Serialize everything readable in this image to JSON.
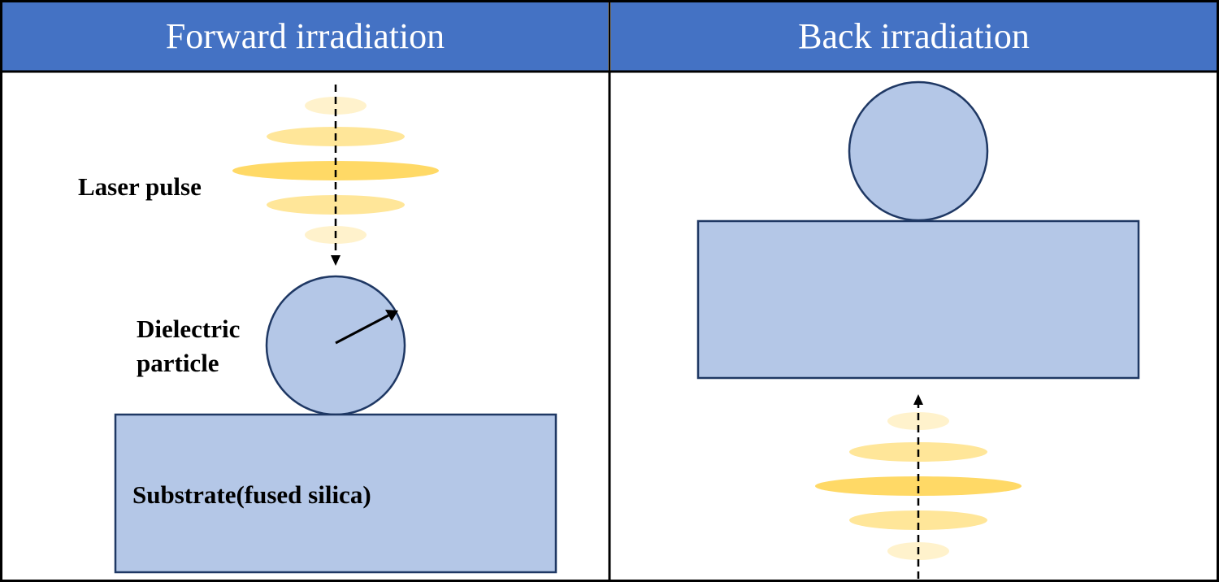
{
  "panels": {
    "forward": {
      "title": "Forward irradiation"
    },
    "back": {
      "title": "Back irradiation"
    }
  },
  "labels": {
    "laser_pulse": "Laser pulse",
    "dielectric_line1": "Dielectric",
    "dielectric_line2": "particle",
    "substrate": "Substrate(fused silica)"
  },
  "colors": {
    "header_fill": "#4472C4",
    "shape_fill": "#B4C7E7",
    "shape_stroke": "#1F3864",
    "pulse_pale": "#FFF2CC",
    "pulse_light": "#FFE699",
    "pulse_strong": "#FFD966",
    "arrow": "#000000"
  }
}
